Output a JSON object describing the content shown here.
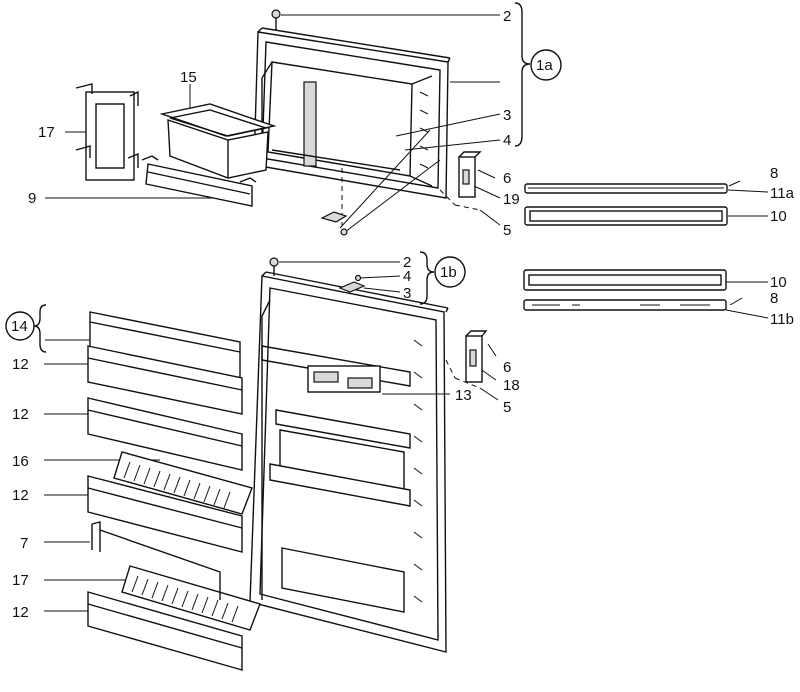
{
  "labels": {
    "l2a": "2",
    "l1a": "1a",
    "l15": "15",
    "l17a": "17",
    "l3a": "3",
    "l4a": "4",
    "l6a": "6",
    "l19": "19",
    "l9": "9",
    "l5a": "5",
    "l8a": "8",
    "l11a": "11a",
    "l10a": "10",
    "l2b": "2",
    "l4b": "4",
    "l3b": "3",
    "l1b": "1b",
    "l10b": "10",
    "l8b": "8",
    "l11b": "11b",
    "l14": "14",
    "l12a": "12",
    "l6b": "6",
    "l18": "18",
    "l13": "13",
    "l5b": "5",
    "l12b": "12",
    "l16": "16",
    "l12c": "12",
    "l7": "7",
    "l17b": "17",
    "l12d": "12"
  },
  "colors": {
    "ink": "#111111",
    "paper": "#ffffff",
    "shade": "#d9d9d9"
  }
}
